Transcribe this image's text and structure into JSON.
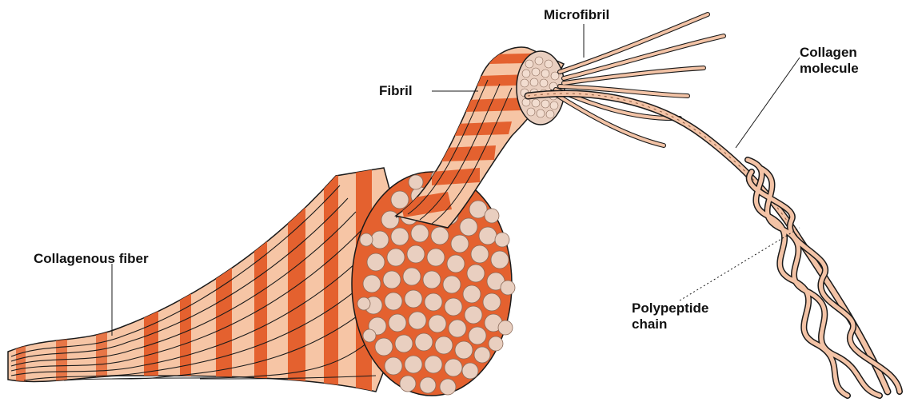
{
  "labels": {
    "microfibril": "Microfibril",
    "fibril": "Fibril",
    "collagen_molecule_line1": "Collagen",
    "collagen_molecule_line2": "molecule",
    "collagenous_fiber": "Collagenous fiber",
    "polypeptide_chain_line1": "Polypeptide",
    "polypeptide_chain_line2": "chain"
  },
  "colors": {
    "band_dark": "#e4612f",
    "band_light": "#f6c5a5",
    "fibril_interior": "#e9cfc0",
    "outline": "#1a1a1a",
    "strand": "#f3c3a6"
  }
}
